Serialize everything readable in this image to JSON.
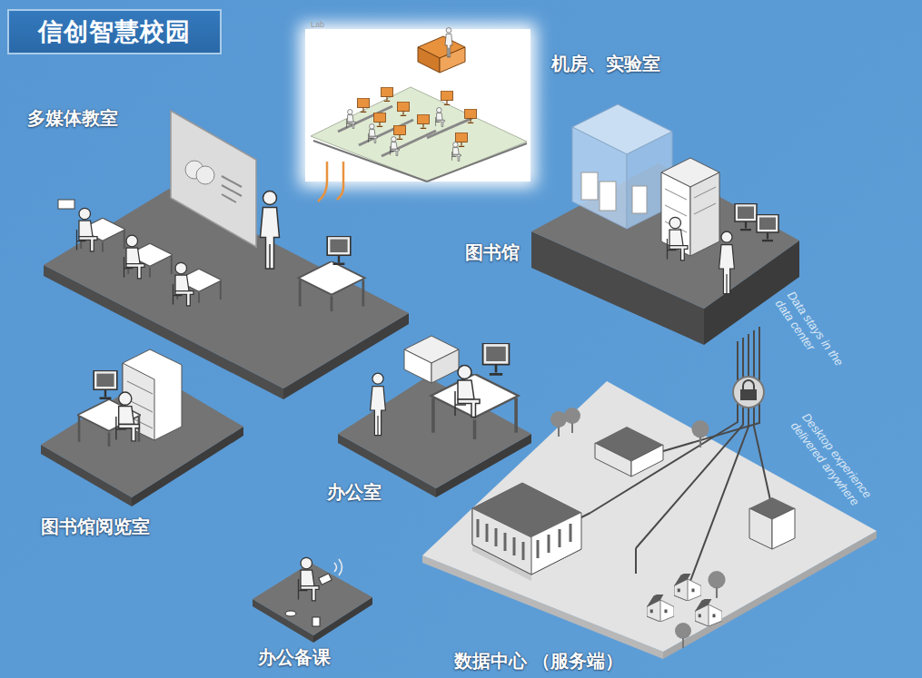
{
  "diagram": {
    "title": "信创智慧校园",
    "labels": [
      "Lab",
      "机房、实验室",
      "多媒体教室",
      "图书馆",
      "Data stays in the data center",
      "Desktop experience delivered anywhere",
      "图书馆阅览室",
      "办公室",
      "办公备课",
      "数据中心 （服务端）"
    ]
  }
}
